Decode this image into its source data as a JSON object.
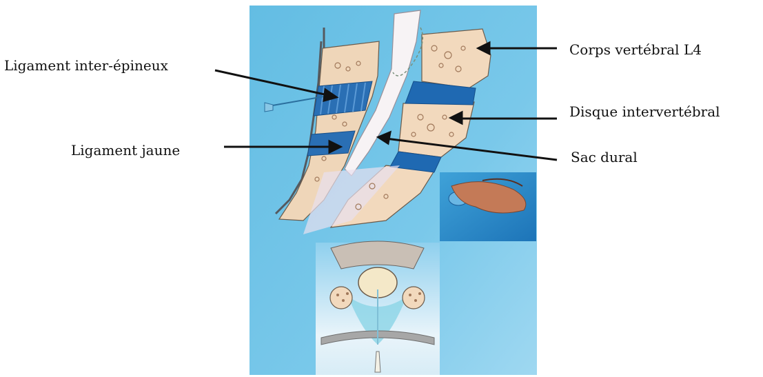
{
  "labels": {
    "ligament_inter_epineux": "Ligament inter-épineux",
    "ligament_jaune": "Ligament jaune",
    "corps_vertebral": "Corps vertébral L4",
    "disque": "Disque intervertébral",
    "sac_dural": "Sac dural"
  },
  "colors": {
    "background_panel": "#5fb8df",
    "bone": "#f2d9bd",
    "disc": "#1f69b2",
    "dural_sac": "#f7f3f5",
    "arrow": "#111111"
  }
}
